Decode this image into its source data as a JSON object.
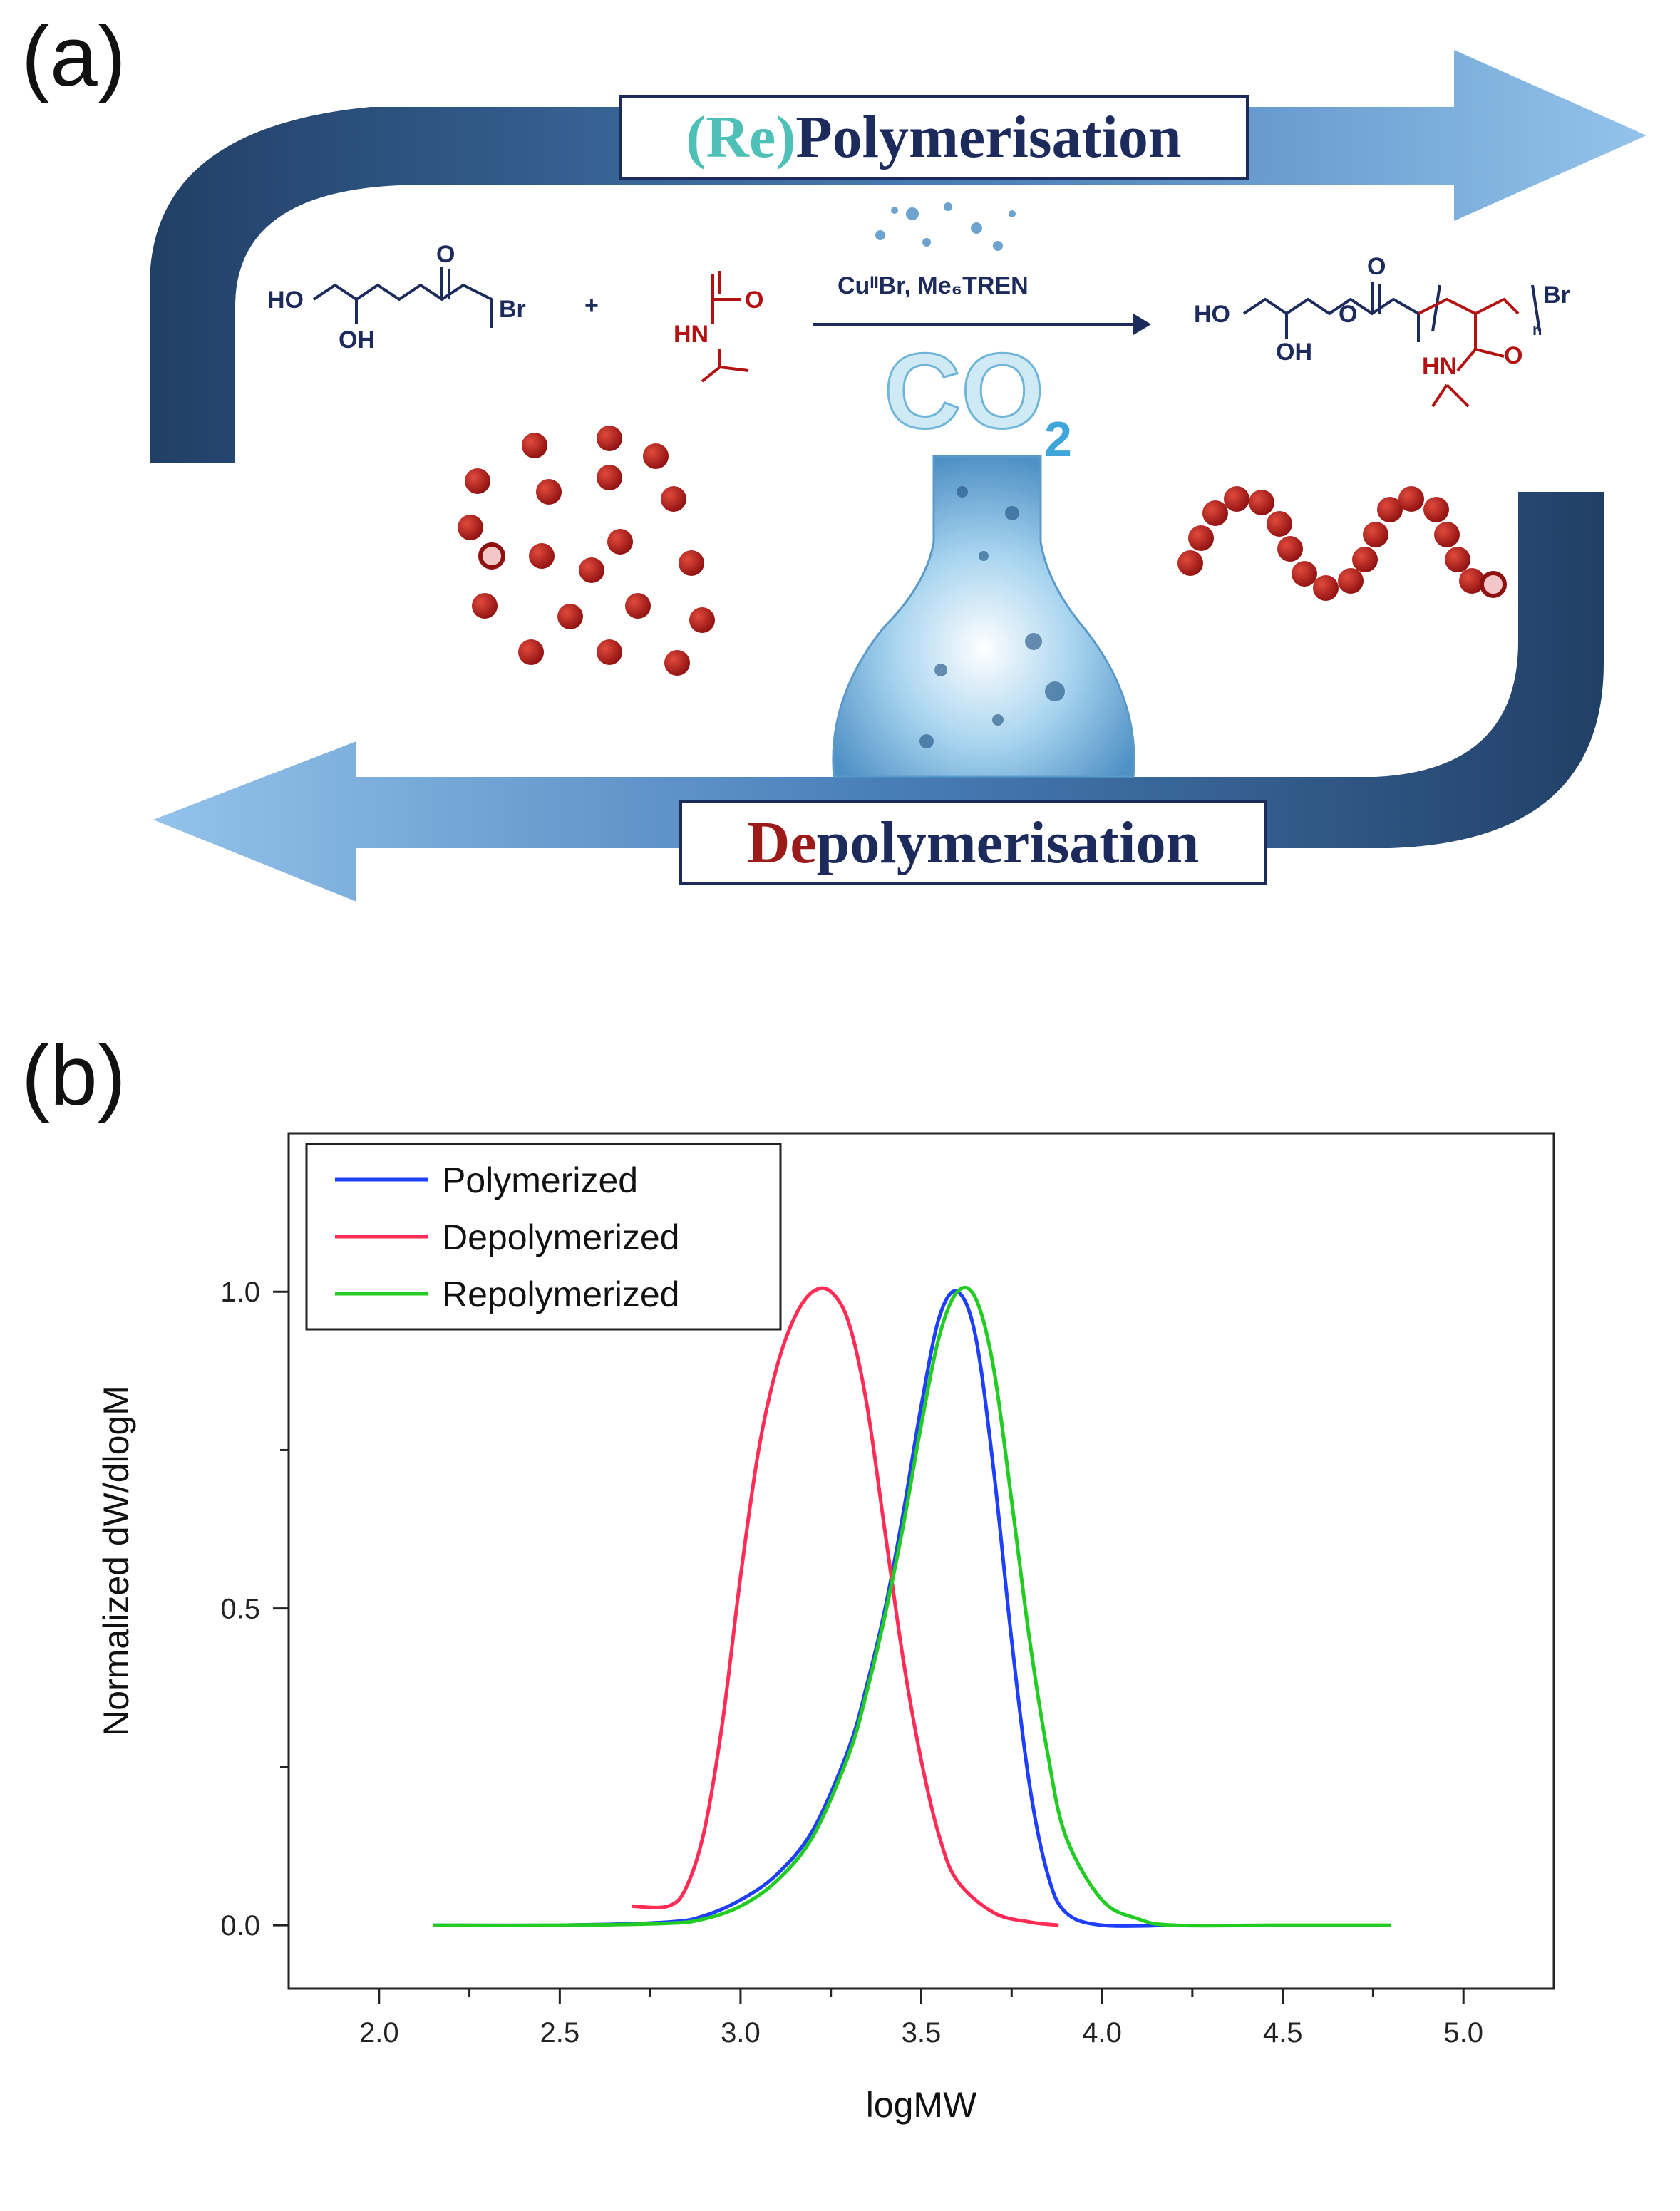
{
  "panel_a": {
    "letter": "(a)",
    "top_band": {
      "prefix": "(Re)",
      "main": "Polymerisation"
    },
    "bottom_band": {
      "prefix": "De",
      "main": "polymerisation"
    },
    "initiator_labels": {
      "ho": "HO",
      "oh": "OH",
      "o": "O",
      "br": "Br"
    },
    "plus": "+",
    "monomer_labels": {
      "hn": "HN",
      "o": "O"
    },
    "reagent": "CuᴵᴵBr, Me₆TREN",
    "co2": {
      "main": "CO",
      "sub": "2"
    },
    "product_labels": {
      "ho": "HO",
      "oh": "OH",
      "o1": "O",
      "o2": "O",
      "br": "Br",
      "n": "n",
      "hn": "HN",
      "o3": "O"
    },
    "colors": {
      "arrow_dark": "#15355e",
      "arrow_light": "#6fa3d6",
      "monomer_red": "#b31212",
      "re_teal": "#4fc0b8",
      "de_red": "#9b1b1b",
      "band_navy": "#1c2a5c"
    }
  },
  "panel_b": {
    "letter": "(b)"
  },
  "chart_data": {
    "type": "line",
    "xlabel": "logMW",
    "ylabel": "Normalized dW/dlogM",
    "xlim": [
      1.75,
      5.25
    ],
    "ylim": [
      -0.1,
      1.25
    ],
    "xticks": [
      2.0,
      2.5,
      3.0,
      3.5,
      4.0,
      4.5,
      5.0
    ],
    "xtick_labels": [
      "2.0",
      "2.5",
      "3.0",
      "3.5",
      "4.0",
      "4.5",
      "5.0"
    ],
    "yticks": [
      0.0,
      0.5,
      1.0
    ],
    "ytick_labels": [
      "0.0",
      "0.5",
      "1.0"
    ],
    "grid": false,
    "legend_position": "top-left",
    "series": [
      {
        "name": "Polymerized",
        "color": "#1f3fff",
        "x": [
          2.15,
          2.5,
          2.8,
          2.9,
          3.0,
          3.1,
          3.2,
          3.3,
          3.35,
          3.4,
          3.45,
          3.5,
          3.55,
          3.6,
          3.65,
          3.7,
          3.75,
          3.8,
          3.85,
          3.9,
          4.0,
          4.2
        ],
        "y": [
          0.0,
          0.0,
          0.005,
          0.015,
          0.04,
          0.08,
          0.15,
          0.28,
          0.38,
          0.5,
          0.65,
          0.82,
          0.96,
          1.0,
          0.93,
          0.72,
          0.45,
          0.22,
          0.08,
          0.02,
          0.0,
          0.0
        ]
      },
      {
        "name": "Depolymerized",
        "color": "#ff2d55",
        "x": [
          2.7,
          2.8,
          2.85,
          2.9,
          2.95,
          3.0,
          3.05,
          3.1,
          3.15,
          3.2,
          3.25,
          3.3,
          3.35,
          3.4,
          3.45,
          3.5,
          3.55,
          3.6,
          3.7,
          3.8,
          3.88
        ],
        "y": [
          0.03,
          0.03,
          0.06,
          0.15,
          0.32,
          0.55,
          0.75,
          0.88,
          0.96,
          1.0,
          1.0,
          0.95,
          0.82,
          0.62,
          0.42,
          0.26,
          0.14,
          0.07,
          0.02,
          0.005,
          0.0
        ],
        "peak": [
          3.25,
          1.0
        ]
      },
      {
        "name": "Repolymerized",
        "color": "#22cc22",
        "x": [
          2.15,
          2.5,
          2.8,
          2.9,
          3.0,
          3.1,
          3.2,
          3.3,
          3.35,
          3.4,
          3.45,
          3.5,
          3.55,
          3.6,
          3.65,
          3.7,
          3.75,
          3.8,
          3.85,
          3.9,
          4.0,
          4.1,
          4.2,
          4.5,
          4.8
        ],
        "y": [
          0.0,
          0.0,
          0.003,
          0.01,
          0.03,
          0.07,
          0.14,
          0.27,
          0.37,
          0.49,
          0.63,
          0.79,
          0.93,
          1.0,
          0.99,
          0.88,
          0.67,
          0.45,
          0.27,
          0.14,
          0.04,
          0.01,
          0.0,
          0.0,
          0.0
        ]
      }
    ]
  }
}
